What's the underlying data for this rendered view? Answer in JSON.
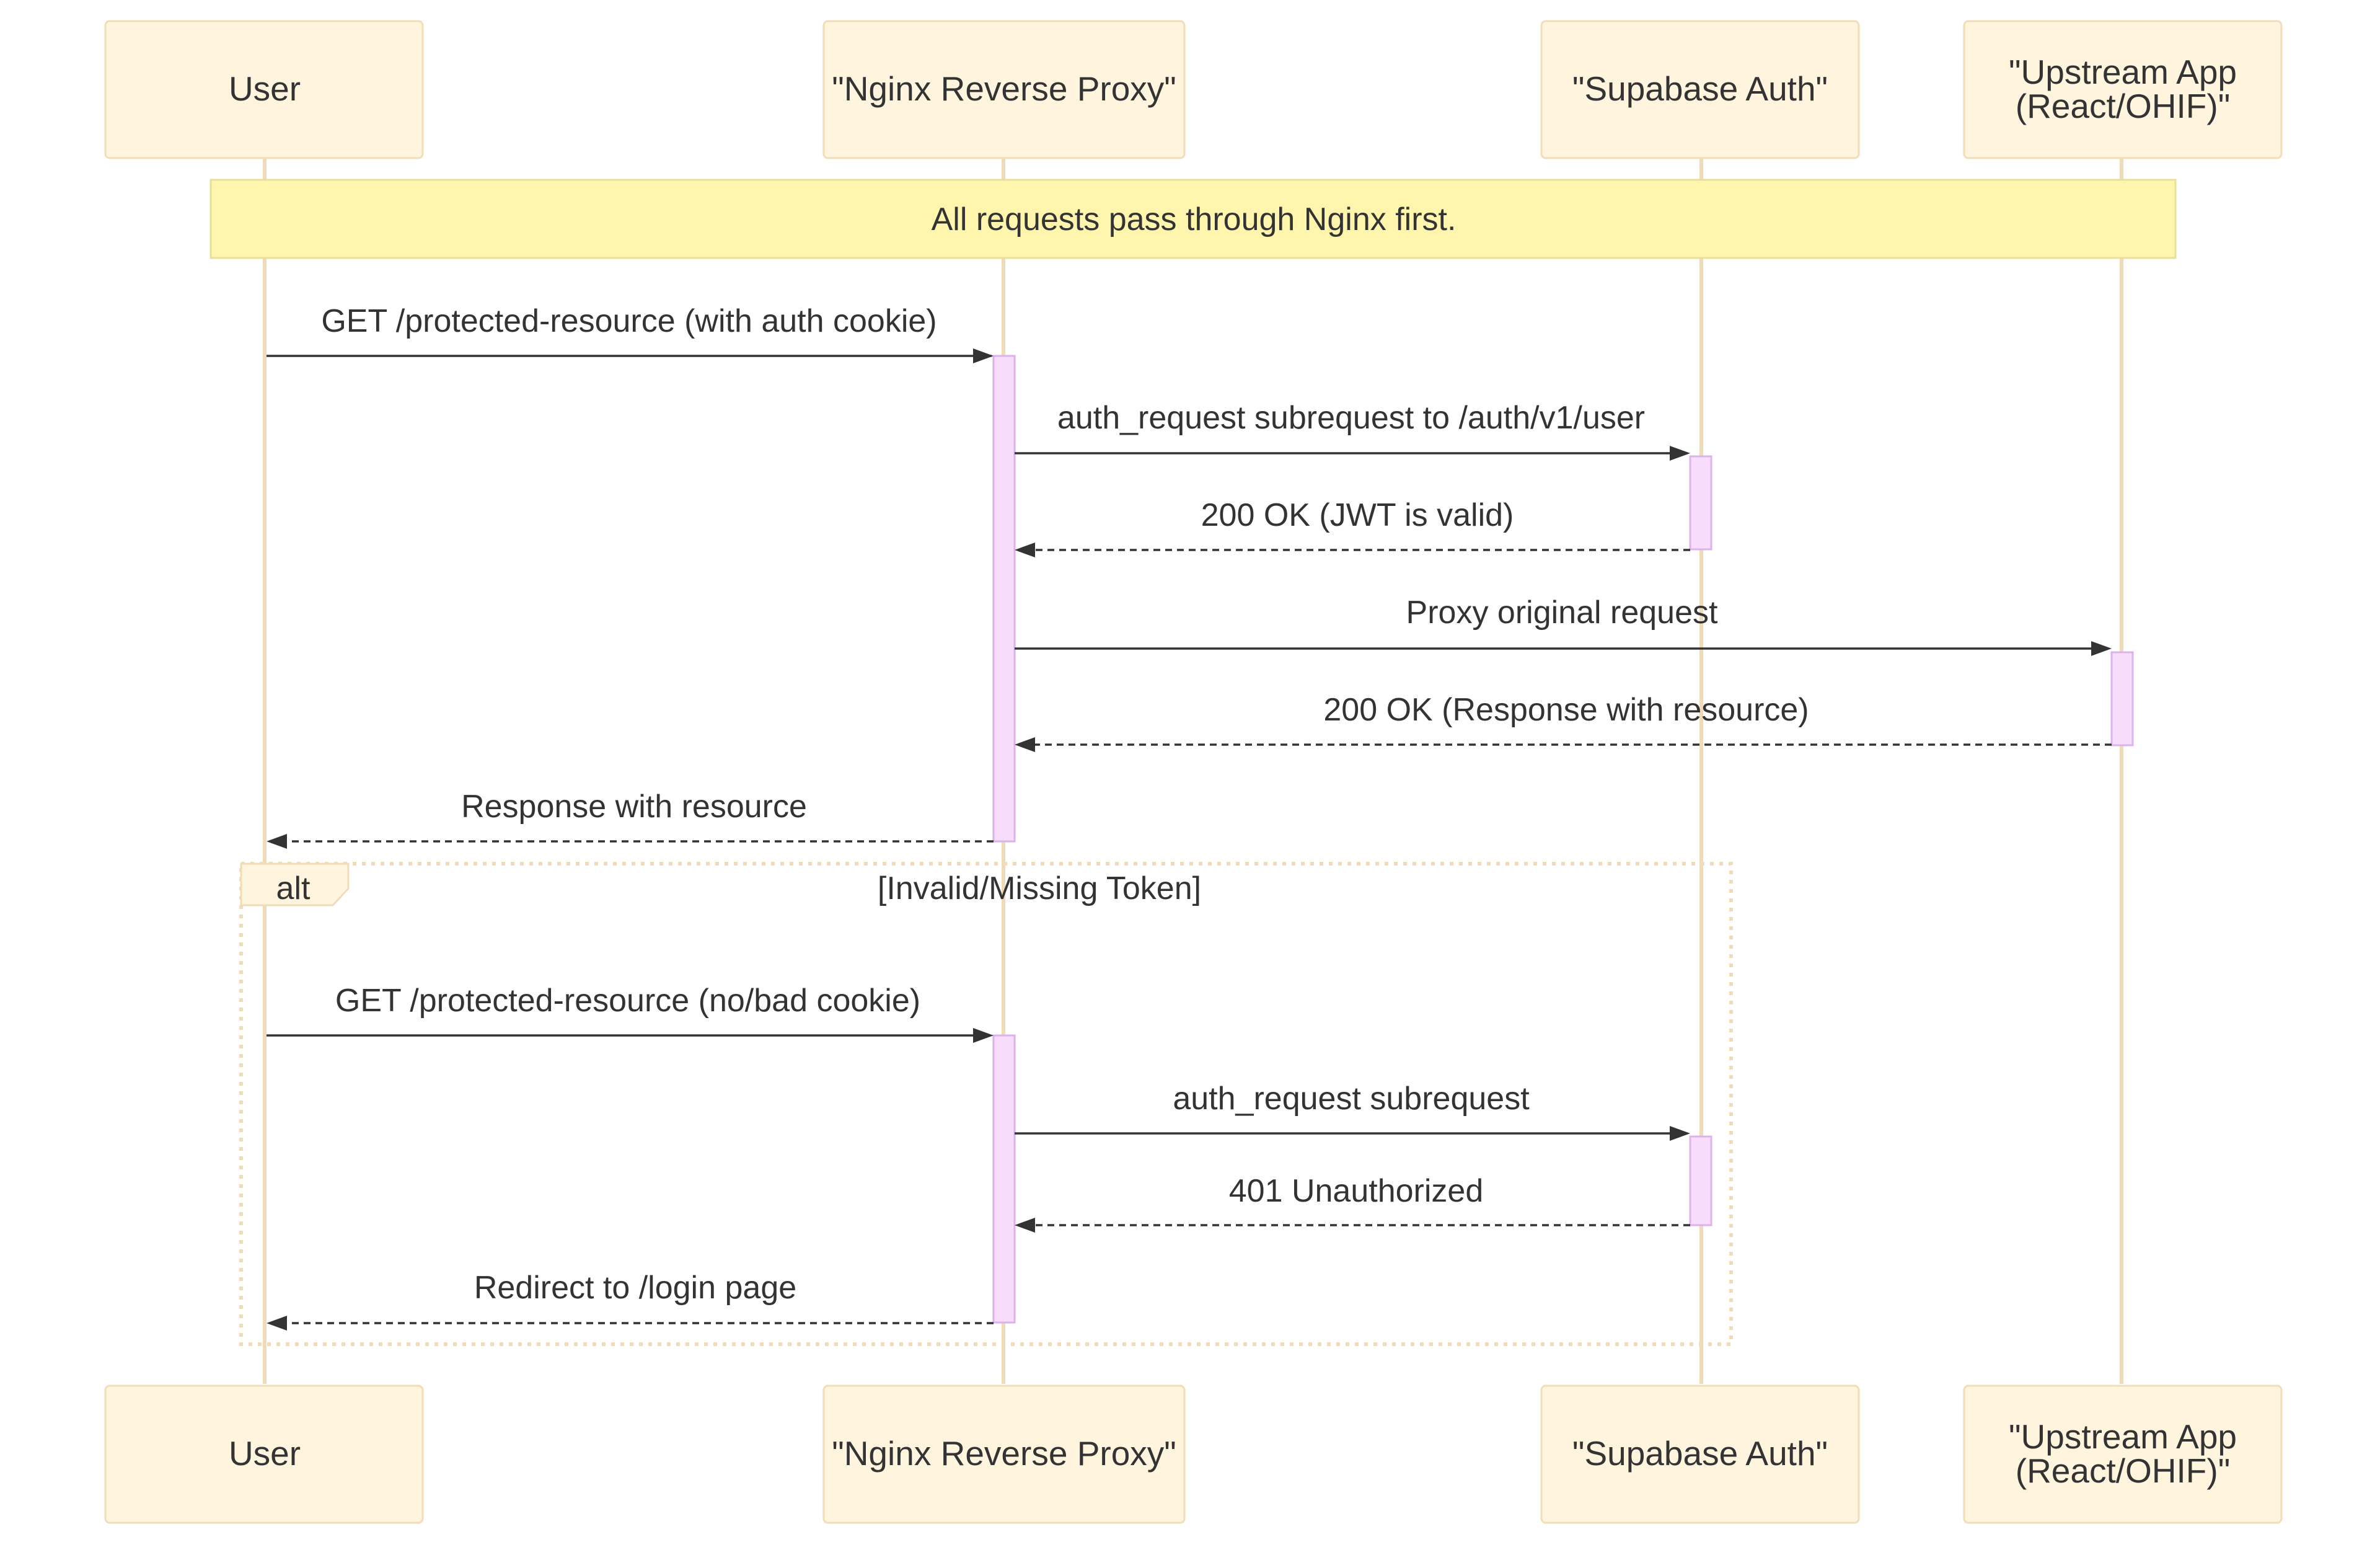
{
  "participants": [
    {
      "id": "user",
      "label_lines": [
        "User"
      ]
    },
    {
      "id": "nginx",
      "label_lines": [
        "\"Nginx Reverse Proxy\""
      ]
    },
    {
      "id": "supabase",
      "label_lines": [
        "\"Supabase Auth\""
      ]
    },
    {
      "id": "upstream",
      "label_lines": [
        "\"Upstream App",
        "(React/OHIF)\""
      ]
    }
  ],
  "note": {
    "text": "All requests pass through Nginx first."
  },
  "messages": [
    {
      "from": "user",
      "to": "nginx",
      "label": "GET /protected-resource (with auth cookie)",
      "style": "solid"
    },
    {
      "from": "nginx",
      "to": "supabase",
      "label": "auth_request subrequest to /auth/v1/user",
      "style": "solid"
    },
    {
      "from": "supabase",
      "to": "nginx",
      "label": "200 OK (JWT is valid)",
      "style": "dashed"
    },
    {
      "from": "nginx",
      "to": "upstream",
      "label": "Proxy original request",
      "style": "solid"
    },
    {
      "from": "upstream",
      "to": "nginx",
      "label": "200 OK (Response with resource)",
      "style": "dashed"
    },
    {
      "from": "nginx",
      "to": "user",
      "label": "Response with resource",
      "style": "dashed"
    },
    {
      "from": "user",
      "to": "nginx",
      "label": "GET /protected-resource (no/bad cookie)",
      "style": "solid"
    },
    {
      "from": "nginx",
      "to": "supabase",
      "label": "auth_request subrequest",
      "style": "solid"
    },
    {
      "from": "supabase",
      "to": "nginx",
      "label": "401 Unauthorized",
      "style": "dashed"
    },
    {
      "from": "nginx",
      "to": "user",
      "label": "Redirect to /login page",
      "style": "dashed"
    }
  ],
  "alt_block": {
    "keyword": "alt",
    "condition": "[Invalid/Missing Token]"
  },
  "colors": {
    "actor_fill": "#fff4dd",
    "note_fill": "#fff5ad",
    "activation_fill": "#f7dcfb",
    "line": "#333333"
  }
}
